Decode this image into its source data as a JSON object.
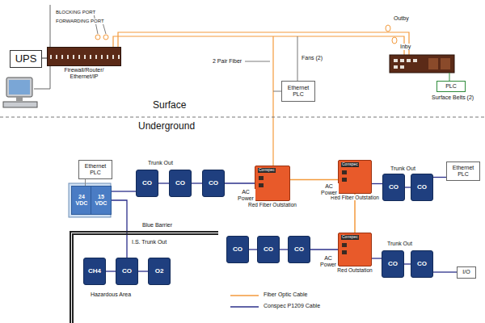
{
  "diagram": {
    "nodes": [
      {
        "text": [
          "UPS"
        ]
      },
      {
        "text": [
          "Firewall/Router/ Ethernet/IP"
        ]
      },
      {
        "text": [
          "PLC"
        ]
      },
      {
        "text": [
          "Ethernet PLC"
        ]
      },
      {
        "text": [
          "Ethernet PLC"
        ]
      },
      {
        "text": [
          "24 VDC"
        ]
      },
      {
        "text": [
          "15 VDC"
        ]
      },
      {
        "text": [
          "CO"
        ]
      },
      {
        "text": [
          "CO"
        ]
      },
      {
        "text": [
          "CO"
        ]
      },
      {
        "text": [
          "Conspec",
          "Red Fiber Outstation"
        ]
      },
      {
        "text": [
          "Conspec",
          "Red Fiber Outstation"
        ]
      },
      {
        "text": [
          "CO"
        ]
      },
      {
        "text": [
          "CO"
        ]
      },
      {
        "text": [
          "Ethernet PLC"
        ]
      },
      {
        "text": [
          "CO"
        ]
      },
      {
        "text": [
          "CO"
        ]
      },
      {
        "text": [
          "CO"
        ]
      },
      {
        "text": [
          "Conspec",
          "Red Outstation"
        ]
      },
      {
        "text": [
          "CO"
        ]
      },
      {
        "text": [
          "CO"
        ]
      },
      {
        "text": [
          "I/O"
        ]
      },
      {
        "text": [
          "Hazardous Area"
        ]
      },
      {
        "text": [
          "CH4"
        ],
        "in": 22
      },
      {
        "text": [
          "CO"
        ],
        "in": 22
      },
      {
        "text": [
          "O2"
        ],
        "in": 22
      }
    ],
    "edges": [
      {
        "from": 0,
        "to": 1,
        "arrow": "none"
      },
      {
        "from": 4,
        "to": 5,
        "arrow": "none"
      },
      {
        "from": 6,
        "to": 7,
        "arrow": "none"
      },
      {
        "from": 7,
        "to": 8,
        "arrow": "none"
      },
      {
        "from": 8,
        "to": 9,
        "arrow": "none"
      },
      {
        "from": 9,
        "to": 10,
        "arrow": "none"
      },
      {
        "from": 10,
        "to": 11,
        "arrow": "none"
      },
      {
        "from": 11,
        "to": 12,
        "arrow": "none"
      },
      {
        "from": 12,
        "to": 13,
        "arrow": "none"
      },
      {
        "from": 13,
        "to": 14,
        "arrow": "none"
      },
      {
        "from": 11,
        "to": 18,
        "arrow": "none"
      },
      {
        "from": 15,
        "to": 16,
        "arrow": "none"
      },
      {
        "from": 16,
        "to": 17,
        "arrow": "none"
      },
      {
        "from": 17,
        "to": 18,
        "arrow": "none"
      },
      {
        "from": 18,
        "to": 19,
        "arrow": "none"
      },
      {
        "from": 19,
        "to": 20,
        "arrow": "none"
      },
      {
        "from": 20,
        "to": 21,
        "arrow": "none"
      },
      {
        "from": 6,
        "to": 24,
        "arrow": "none"
      },
      {
        "from": 23,
        "to": 24,
        "arrow": "none"
      },
      {
        "from": 24,
        "to": 25,
        "arrow": "none"
      }
    ],
    "labels": [
      "BLOCKING PORT",
      "FORWARDING PORT",
      "Outby",
      "Inby",
      "Surface Belts (2)",
      "2 Pair Fiber",
      "Fans (2)",
      "Surface",
      "Underground",
      "Trunk Out",
      "Trunk Out",
      "Trunk Out",
      "AC Power",
      "AC Power",
      "AC Power",
      "Blue Barrier",
      "I.S. Trunk Out"
    ],
    "legend": [
      {
        "text": "Fiber Optic Cable"
      },
      {
        "text": "Conspec P1209 Cable"
      }
    ]
  }
}
